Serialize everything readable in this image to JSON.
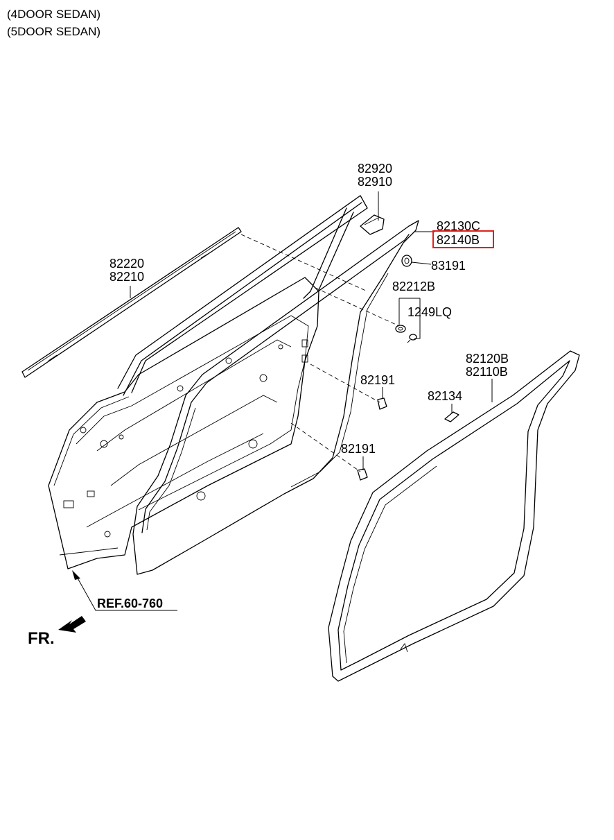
{
  "header": {
    "line1": "(4DOOR SEDAN)",
    "line2": "(5DOOR SEDAN)"
  },
  "labels": {
    "p82920": "82920",
    "p82910": "82910",
    "p82130C": "82130C",
    "p82140B": "82140B",
    "p83191": "83191",
    "p82212B": "82212B",
    "p1249LQ": "1249LQ",
    "p82220": "82220",
    "p82210": "82210",
    "p82191a": "82191",
    "p82191b": "82191",
    "p82120B": "82120B",
    "p82110B": "82110B",
    "p82134": "82134",
    "ref": "REF.60-760",
    "fr": "FR."
  },
  "highlight": {
    "part": "82140B",
    "color": "#e0201b"
  },
  "icons": {
    "front_arrow": "arrow-down-left-icon"
  }
}
